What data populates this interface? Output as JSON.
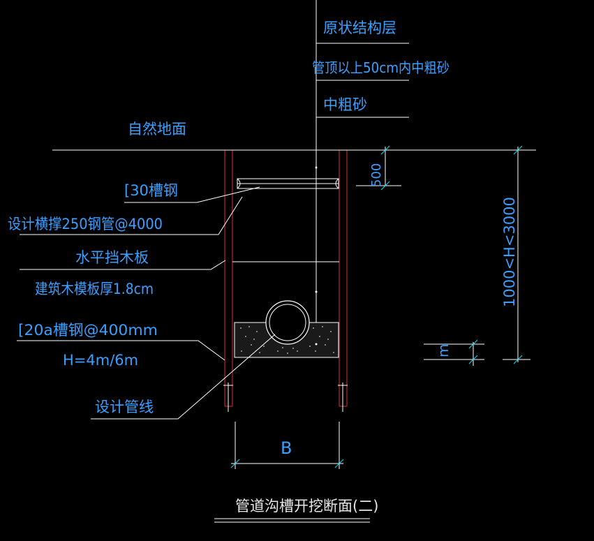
{
  "drawing": {
    "layer_labels": {
      "original_structure": "原状结构层",
      "coarse_sand_top": "管顶以上50cm内中粗砂",
      "coarse_sand": "中粗砂"
    },
    "natural_ground": "自然地面",
    "channel_30": "[30槽钢",
    "strut": "设计横撑250钢管@4000",
    "board": "水平挡木板",
    "formwork": "建筑木模板厚1.8cm",
    "channel_20a": "[20a槽钢@400mm",
    "height_spec": "H=4m/6m",
    "pipeline": "设计管线",
    "dim_500": "500",
    "dim_H": "1000<H<3000",
    "dim_m": "m",
    "dim_B": "B",
    "title": "管道沟槽开挖断面(二)"
  },
  "colors": {
    "background": "#000000",
    "label": "#3aa0ff",
    "line": "#ffffff",
    "sheet_pile": "#e03030",
    "accent": "#00e5ff"
  }
}
